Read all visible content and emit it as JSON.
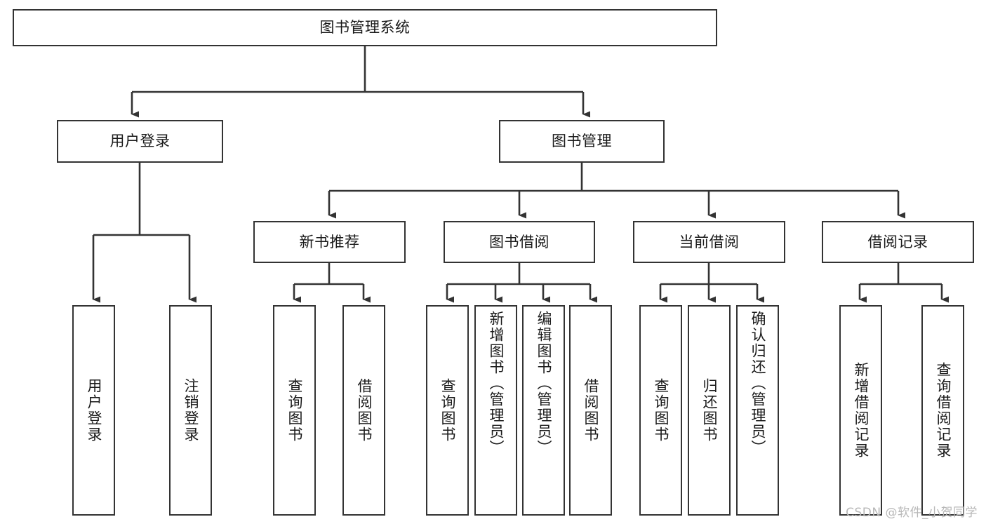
{
  "diagram": {
    "type": "hierarchy-tree",
    "title": "图书管理系统",
    "levels": {
      "root": {
        "label": "图书管理系统"
      },
      "level2": [
        {
          "label": "用户登录"
        },
        {
          "label": "图书管理"
        }
      ],
      "level3": [
        {
          "label": "新书推荐"
        },
        {
          "label": "图书借阅"
        },
        {
          "label": "当前借阅"
        },
        {
          "label": "借阅记录"
        }
      ]
    },
    "leaves": {
      "user_login": [
        {
          "label": "用户登录"
        },
        {
          "label": "注销登录"
        }
      ],
      "new_book_recommend": [
        {
          "label": "查询图书"
        },
        {
          "label": "借阅图书"
        }
      ],
      "book_borrow": [
        {
          "label": "查询图书"
        },
        {
          "label": "新增图书（管理员）"
        },
        {
          "label": "编辑图书（管理员）"
        },
        {
          "label": "借阅图书"
        }
      ],
      "current_borrow": [
        {
          "label": "查询图书"
        },
        {
          "label": "归还图书"
        },
        {
          "label": "确认归还（管理员）"
        }
      ],
      "borrow_record": [
        {
          "label": "新增借阅记录"
        },
        {
          "label": "查询借阅记录"
        }
      ]
    },
    "watermark": "CSDN @软件_小贺同学",
    "colors": {
      "box_border": "#333333",
      "box_fill": "#ffffff",
      "connector": "#333333",
      "text": "#1a1a1a",
      "watermark": "#b8b8b8",
      "background": "#ffffff"
    }
  }
}
